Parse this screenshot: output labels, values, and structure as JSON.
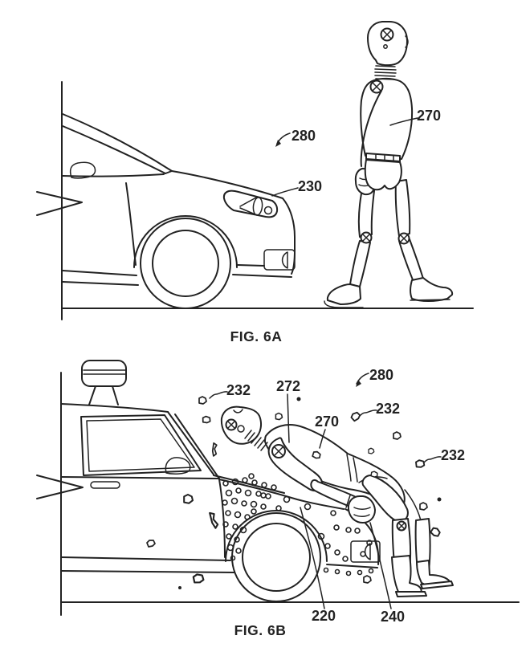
{
  "colors": {
    "ink": "#222222",
    "background": "#ffffff"
  },
  "figure_6a": {
    "caption": "FIG. 6A",
    "labels": {
      "system_arrow": "280",
      "vehicle_front": "230",
      "pedestrian_dummy": "270"
    }
  },
  "figure_6b": {
    "caption": "FIG. 6B",
    "labels": {
      "system_arrow": "280",
      "debris_upper_left": "232",
      "debris_upper_right": "232",
      "debris_right": "232",
      "impact_reference": "272",
      "pedestrian_dummy": "270",
      "front_quarter": "220",
      "front_bumper": "240"
    }
  }
}
